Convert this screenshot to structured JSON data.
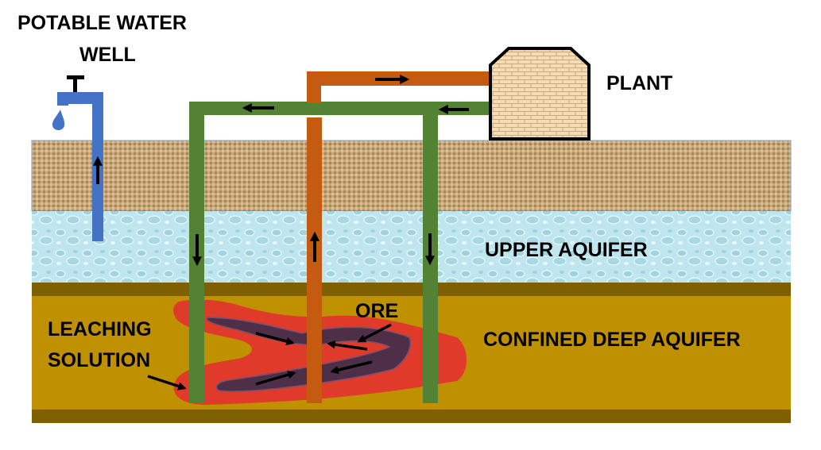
{
  "labels": {
    "well_line1": "POTABLE WATER",
    "well_line2": "WELL",
    "plant": "PLANT",
    "upper_aquifer": "UPPER AQUIFER",
    "ore": "ORE",
    "leaching_line1": "LEACHING",
    "leaching_line2": "SOLUTION",
    "deep_aquifer": "CONFINED DEEP AQUIFER"
  },
  "colors": {
    "well_pipe": "#4472c4",
    "injection_pipe": "#548235",
    "recovery_pipe": "#c55a11",
    "soil": "#c9a97a",
    "upper_aquifer": "#bfe6ee",
    "confining_layer": "#7f6000",
    "deep_aquifer": "#bf9000",
    "leaching_solution": "#e03a2a",
    "ore": "#4d3048",
    "plant_fill": "#f6dcb4"
  }
}
